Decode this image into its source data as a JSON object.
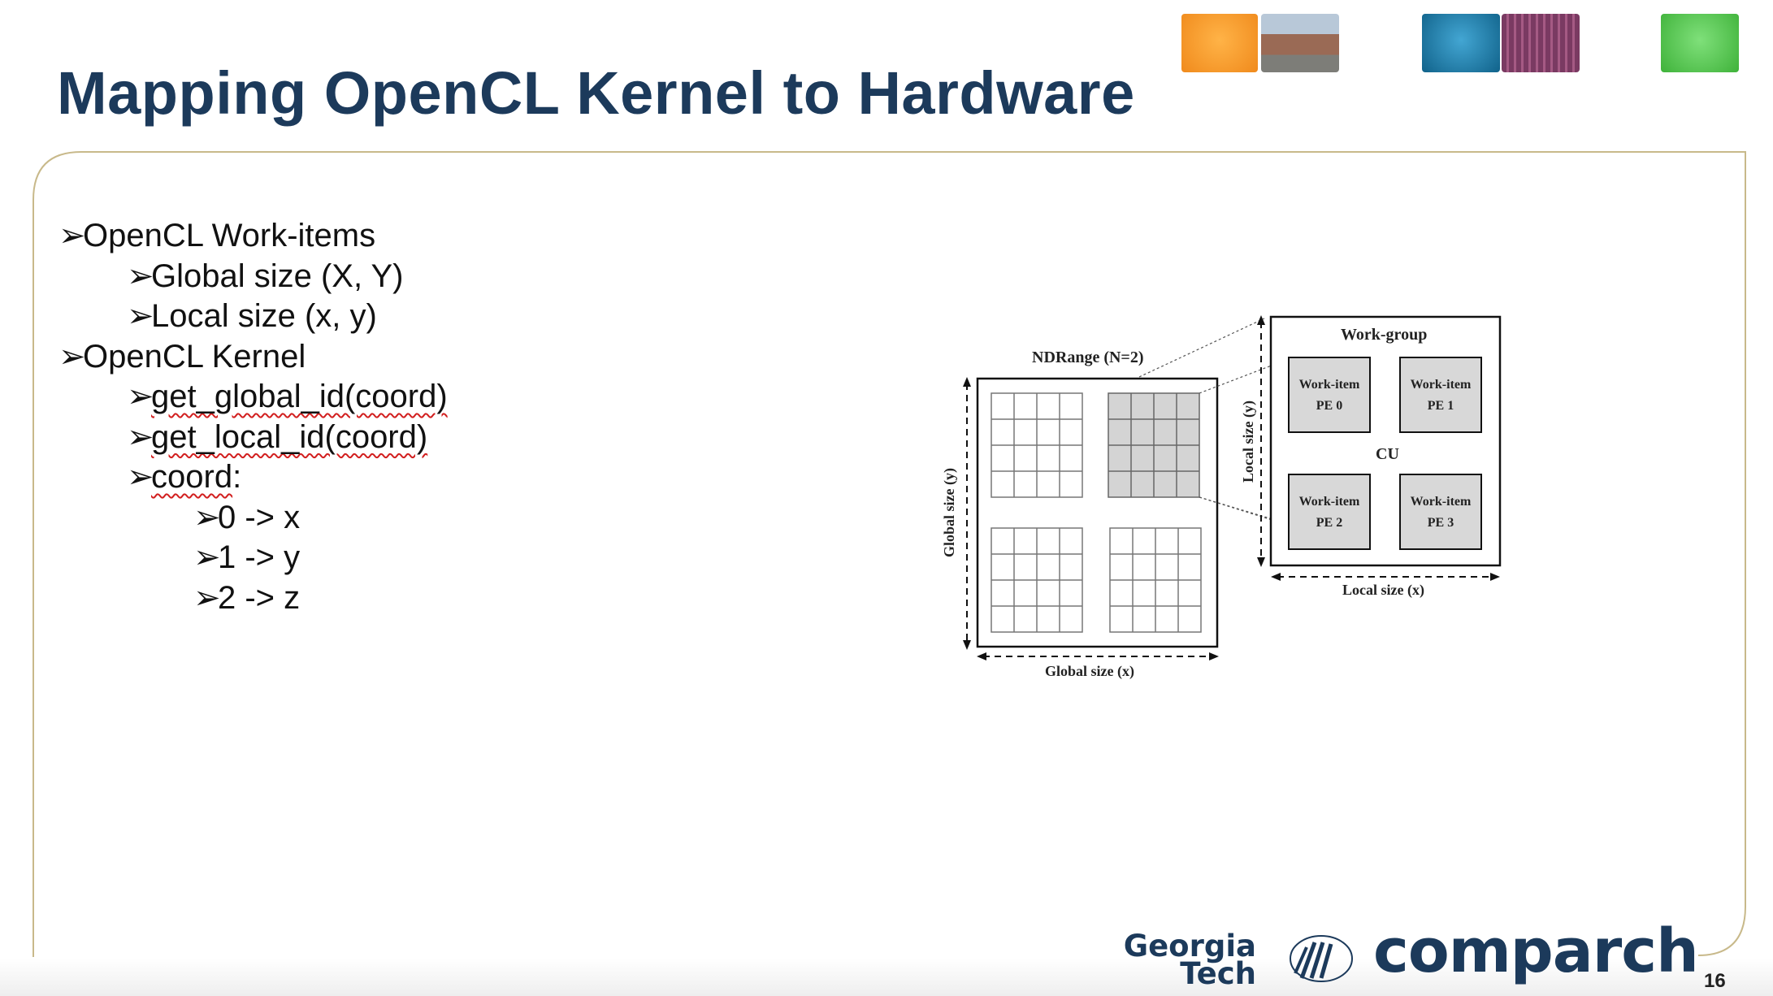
{
  "slide": {
    "title": "Mapping OpenCL Kernel to Hardware",
    "page_number": "16"
  },
  "bullets": [
    {
      "level": 0,
      "text": "OpenCL Work-items",
      "spellcheck": false
    },
    {
      "level": 1,
      "text": "Global size (X, Y)",
      "spellcheck": false
    },
    {
      "level": 1,
      "text": "Local size (x, y)",
      "spellcheck": false
    },
    {
      "level": 0,
      "text": "OpenCL Kernel",
      "spellcheck": false
    },
    {
      "level": 1,
      "text": "get_global_id(coord)",
      "spellcheck": true
    },
    {
      "level": 1,
      "text": "get_local_id(coord)",
      "spellcheck": true
    },
    {
      "level": 1,
      "text": "coord",
      "suffix": ":",
      "spellcheck": true
    },
    {
      "level": 2,
      "text": "0 -> x",
      "spellcheck": false
    },
    {
      "level": 2,
      "text": "1 -> y",
      "spellcheck": false
    },
    {
      "level": 2,
      "text": "2 -> z",
      "spellcheck": false
    }
  ],
  "bullet_glyph": "➢",
  "diagram": {
    "ndrange_label": "NDRange (N=2)",
    "global_size_y": "Global size (y)",
    "global_size_x": "Global size (x)",
    "workgroup_label": "Work-group",
    "local_size_y": "Local size (y)",
    "local_size_x": "Local size (x)",
    "cu_label": "CU",
    "work_items": [
      {
        "label": "Work-item",
        "pe": "PE 0"
      },
      {
        "label": "Work-item",
        "pe": "PE 1"
      },
      {
        "label": "Work-item",
        "pe": "PE 2"
      },
      {
        "label": "Work-item",
        "pe": "PE 3"
      }
    ]
  },
  "footer": {
    "logo_gt_line1": "Georgia",
    "logo_gt_line2": "Tech",
    "logo_comparch": "comparch"
  },
  "colors": {
    "title": "#1c3a5b",
    "frame": "#c8b98a",
    "tile_orange": "#f59a2a",
    "tile_blue": "#1f7fad",
    "tile_green": "#4fc04a",
    "spellcheck": "#d21f1f"
  }
}
